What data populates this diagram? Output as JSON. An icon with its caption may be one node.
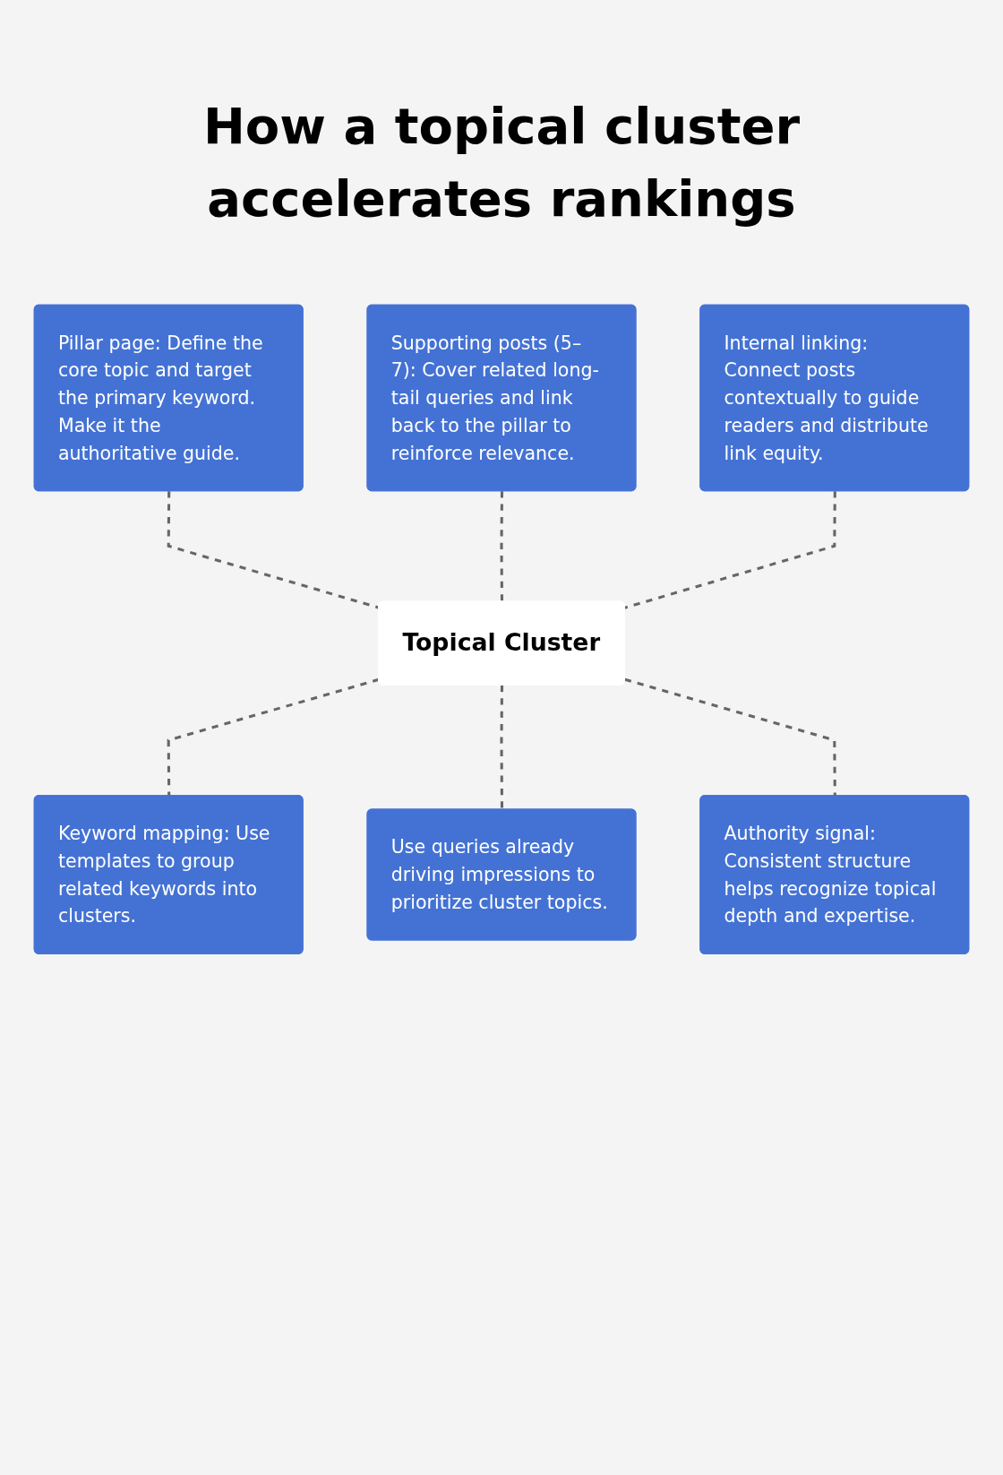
{
  "diagram": {
    "title": "How a topical cluster accelerates rankings",
    "nodes": [
      {
        "text": [
          "Pillar page: Define the core topic and target the primary keyword. Make it the authoritative guide."
        ]
      },
      {
        "text": [
          "Supporting posts (5–7): Cover related long-tail queries and link back to the pillar to reinforce relevance."
        ]
      },
      {
        "text": [
          "Internal linking: Connect posts contextually to guide readers and distribute link equity."
        ]
      },
      {
        "text": [
          "Topical Cluster"
        ]
      },
      {
        "text": [
          "Keyword mapping: Use templates to group related keywords into clusters."
        ]
      },
      {
        "text": [
          "Use queries already driving impressions to prioritize cluster topics."
        ]
      },
      {
        "text": [
          "Authority signal: Consistent structure helps recognize topical depth and expertise."
        ]
      }
    ],
    "edges": [
      {
        "from": 0,
        "to": 3,
        "arrow": "none",
        "style": "dashed"
      },
      {
        "from": 1,
        "to": 3,
        "arrow": "none",
        "style": "dashed"
      },
      {
        "from": 2,
        "to": 3,
        "arrow": "none",
        "style": "dashed"
      },
      {
        "from": 3,
        "to": 4,
        "arrow": "none",
        "style": "dashed"
      },
      {
        "from": 3,
        "to": 5,
        "arrow": "none",
        "style": "dashed"
      },
      {
        "from": 3,
        "to": 6,
        "arrow": "none",
        "style": "dashed"
      }
    ]
  }
}
